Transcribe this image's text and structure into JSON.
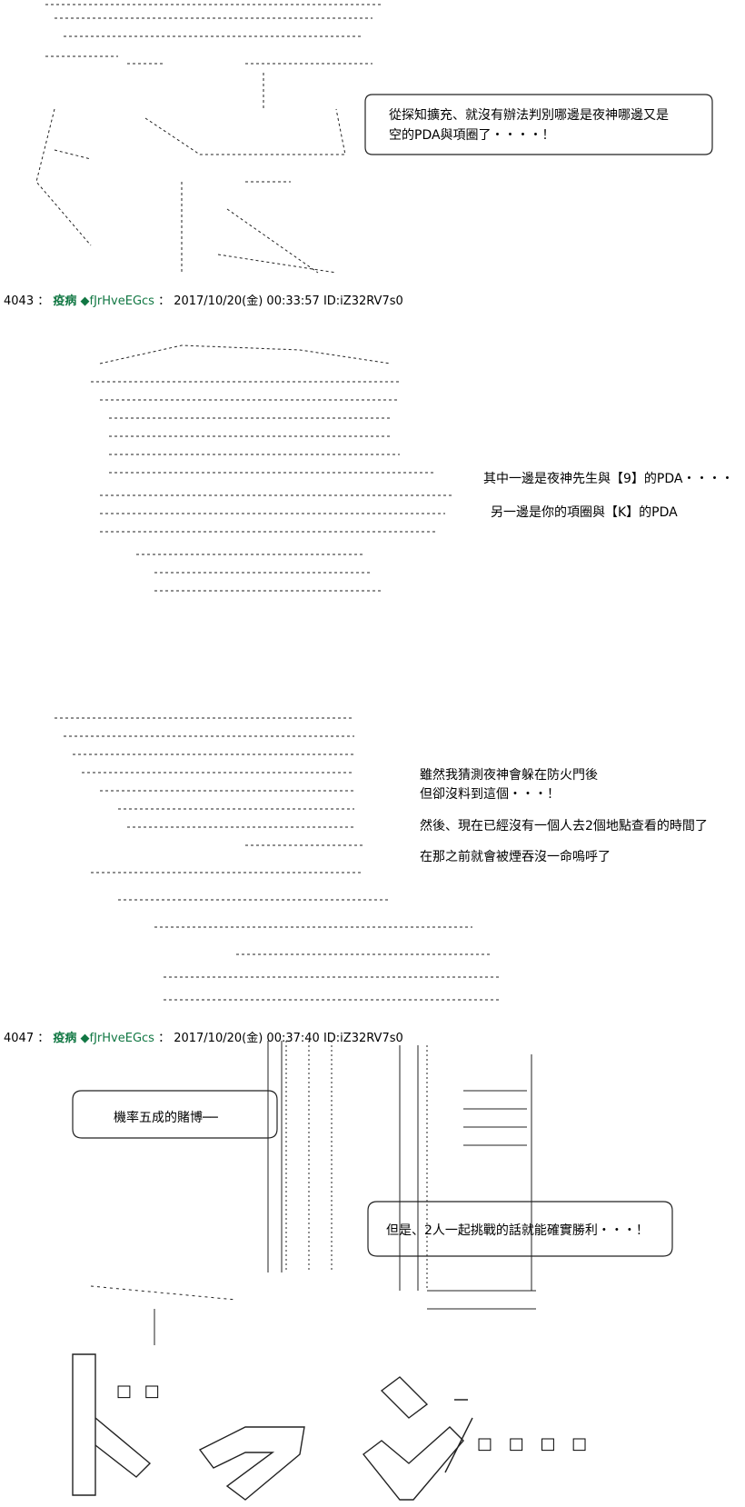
{
  "posts": [
    {
      "number": "4043",
      "name": "疫病",
      "trip": "◆fJrHveEGcs",
      "datetime": "2017/10/20(金) 00:33:57",
      "id": "ID:iZ32RV7s0"
    },
    {
      "number": "4047",
      "name": "疫病",
      "trip": "◆fJrHveEGcs",
      "datetime": "2017/10/20(金) 00:37:40",
      "id": "ID:iZ32RV7s0"
    }
  ],
  "panel1": {
    "bubble_line1": "從探知擴充、就沒有辦法判別哪邊是夜神哪邊又是",
    "bubble_line2": "空的PDA與項圈了・・・・！"
  },
  "panel2": {
    "line1": "其中一邊是夜神先生與【9】的PDA・・・・",
    "line2": "另一邊是你的項圈與【K】的PDA"
  },
  "panel3": {
    "line1": "雖然我猜測夜神會躲在防火門後",
    "line2": "但卻沒料到這個・・・！",
    "line3": "然後、現在已經沒有一個人去2個地點查看的時間了",
    "line4": "在那之前就會被煙吞沒一命嗚呼了"
  },
  "panel4": {
    "bubble_left": "機率五成的賭博──",
    "bubble_right": "但是、2人一起挑戰的話就能確實勝利・・・！",
    "sfx_squares_1": "□ □",
    "sfx_squares_2": "□ □ □ □"
  }
}
